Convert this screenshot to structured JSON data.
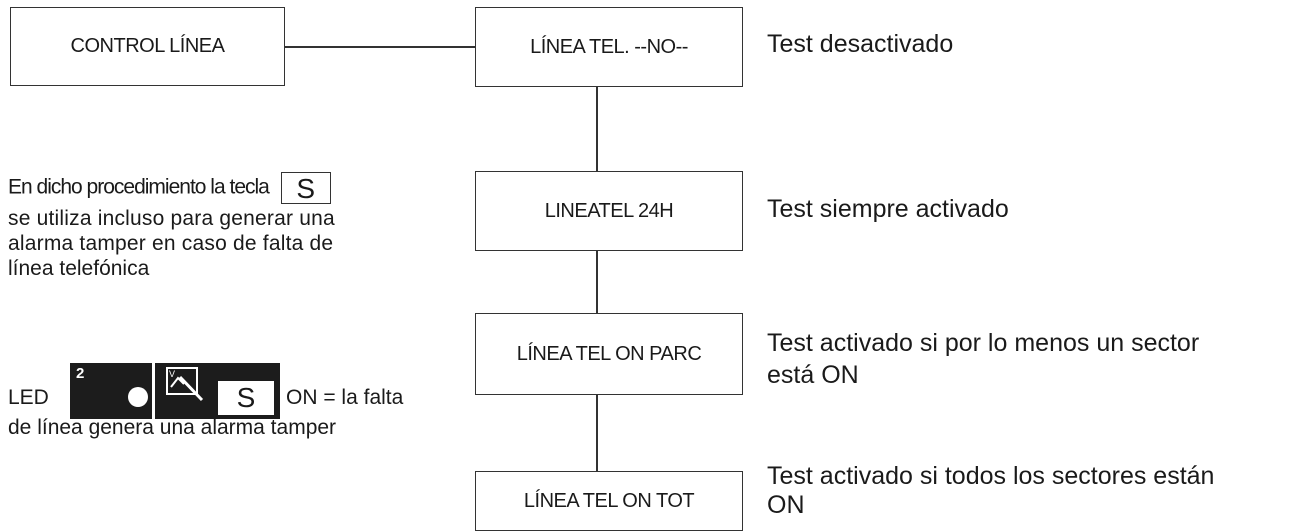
{
  "boxes": {
    "control": "CONTROL LÍNEA",
    "no": "LÍNEA TEL. --NO--",
    "h24": "LINEATEL  24H",
    "parc": "LÍNEA TEL ON PARC",
    "tot": "LÍNEA TEL ON TOT"
  },
  "descriptions": {
    "no": "Test desactivado",
    "h24": "Test siempre activado",
    "parc_1": "Test activado si por lo menos un sector",
    "parc_2": "está ON",
    "tot_1": "Test activado si todos los sectores están",
    "tot_2": "ON"
  },
  "side_text": {
    "line1": "En dicho procedimiento la tecla",
    "key": "S",
    "line2": "se utiliza incluso para generar una",
    "line3": "alarma tamper en caso de falta de",
    "line4": "línea telefónica",
    "led_label": "LED",
    "led_number": "2",
    "led_key": "S",
    "led_after": "ON = la falta",
    "line6": "de línea genera una alarma tamper"
  },
  "icons": [
    "led-dot-icon",
    "tamper-icon"
  ]
}
